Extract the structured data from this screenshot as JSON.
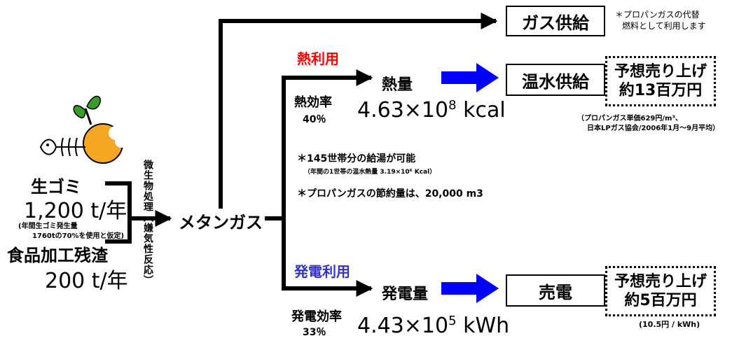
{
  "inputs": {
    "food_waste_label": "生ゴミ",
    "food_waste_amount": "1,200 t/年",
    "food_waste_note_1": "(年間生ゴミ発生量",
    "food_waste_note_2": "1760tの70%を使用と仮定)",
    "processing_residue_label": "食品加工残渣",
    "processing_residue_amount": "200 t/年"
  },
  "process": {
    "label": "微生物処理（嫌気性反応）",
    "product": "メタンガス"
  },
  "gas_supply": {
    "box_label": "ガス供給",
    "note_1": "＊プロパンガスの代替",
    "note_2": "燃料として利用します"
  },
  "heat": {
    "title": "熱利用",
    "title_color": "#ff0000",
    "efficiency_label": "熱効率",
    "efficiency_value": "40％",
    "output_label": "熱量",
    "output_value_base": "4.63×10",
    "output_value_exp": "8",
    "output_value_unit": " kcal",
    "box_label": "温水供給",
    "sales_line_1": "予想売り上げ",
    "sales_line_2": "約13百万円",
    "sales_note_1": "（プロパンガス単価629円/m³、",
    "sales_note_2": "日本LPガス協会/2006年1月～9月平均）",
    "arrow_color": "#0000ff"
  },
  "notes": {
    "hot_water": "＊145世帯分の給湯が可能",
    "hot_water_sub": "（年間の1世帯の温水熱量 3.19×10⁶ Kcal）",
    "propane_saving": "＊プロパンガスの節約量は、20,000 m3"
  },
  "power": {
    "title": "発電利用",
    "title_color": "#3333cc",
    "efficiency_label": "発電効率",
    "efficiency_value": "33％",
    "output_label": "発電量",
    "output_value_base": "4.43×10",
    "output_value_exp": "5",
    "output_value_unit": " kWh",
    "box_label": "売電",
    "sales_line_1": "予想売り上げ",
    "sales_line_2": "約5百万円",
    "sales_note": "(10.5円 / kWh)",
    "arrow_color": "#0000ff"
  },
  "icons": {
    "logo": "fish-bone-apple-icon",
    "apple_color": "#f5a623",
    "leaf_color": "#3a9a2a"
  }
}
